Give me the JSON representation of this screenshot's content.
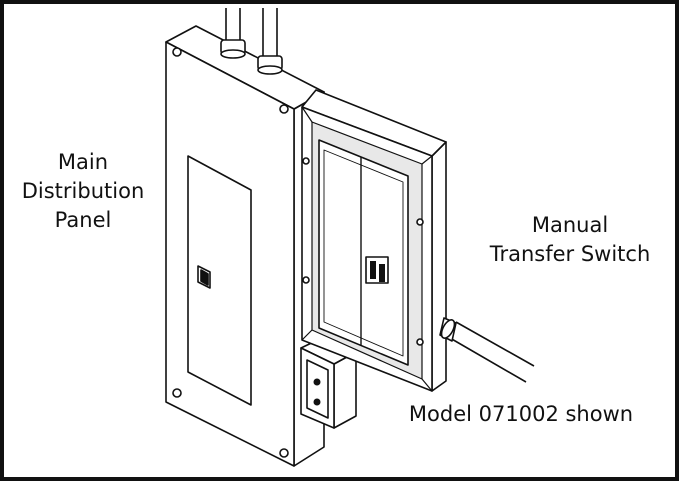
{
  "labels": {
    "main_panel": [
      "Main",
      "Distribution",
      "Panel"
    ],
    "transfer_switch": [
      "Manual",
      "Transfer Switch"
    ],
    "model_note": "Model 071002 shown"
  },
  "colors": {
    "line": "#111111",
    "fill": "#ffffff",
    "shade": "#e8e8e8"
  }
}
